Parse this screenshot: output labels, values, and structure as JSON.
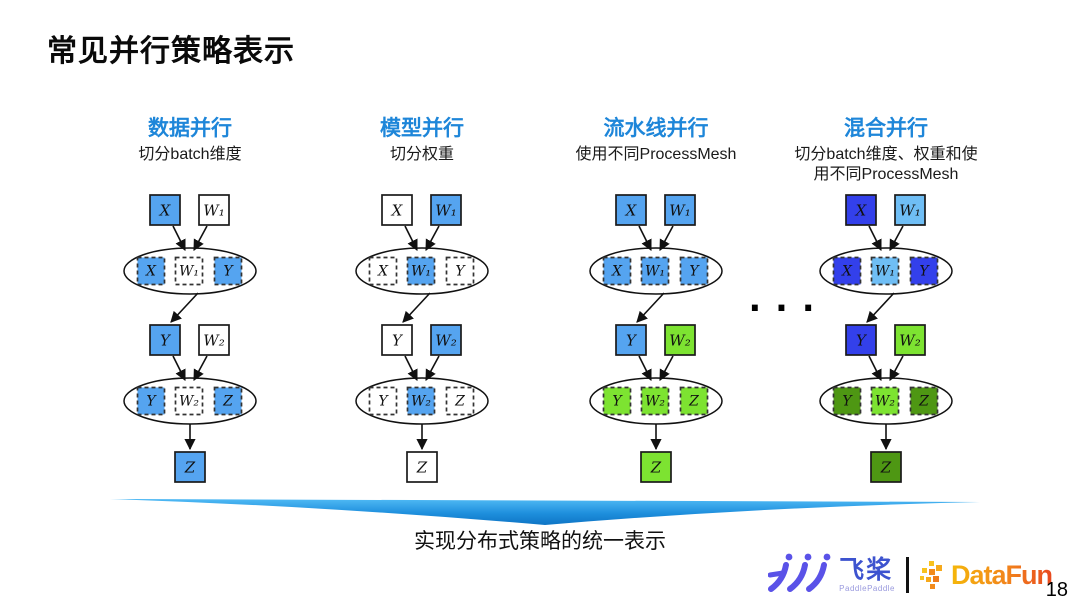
{
  "slide": {
    "title": "常见并行策略表示",
    "caption": "实现分布式策略的统一表示",
    "ellipsis": "...",
    "page_number": "18"
  },
  "colors": {
    "heading_blue": "#1E86D9",
    "swoosh_top": "#4FB9F4",
    "swoosh_bottom": "#0E74C4",
    "palette": {
      "blue": "#55A4F0",
      "white": "#FFFFFF",
      "royal": "#3340EB",
      "sky": "#6FBEF5",
      "green": "#7DE331",
      "darkgreen": "#4E9713"
    }
  },
  "columns": [
    {
      "title": "数据并行",
      "subtitle": "切分batch维度",
      "diagram": {
        "row1": [
          {
            "label": "X",
            "fill": "blue"
          },
          {
            "label": "W₁",
            "fill": "white"
          }
        ],
        "mesh1": [
          {
            "label": "X",
            "fill": "blue"
          },
          {
            "label": "W₁",
            "fill": "white"
          },
          {
            "label": "Y",
            "fill": "blue"
          }
        ],
        "row2": [
          {
            "label": "Y",
            "fill": "blue"
          },
          {
            "label": "W₂",
            "fill": "white"
          }
        ],
        "mesh2": [
          {
            "label": "Y",
            "fill": "blue"
          },
          {
            "label": "W₂",
            "fill": "white"
          },
          {
            "label": "Z",
            "fill": "blue"
          }
        ],
        "out": {
          "label": "Z",
          "fill": "blue"
        }
      }
    },
    {
      "title": "模型并行",
      "subtitle": "切分权重",
      "diagram": {
        "row1": [
          {
            "label": "X",
            "fill": "white"
          },
          {
            "label": "W₁",
            "fill": "blue"
          }
        ],
        "mesh1": [
          {
            "label": "X",
            "fill": "white"
          },
          {
            "label": "W₁",
            "fill": "blue"
          },
          {
            "label": "Y",
            "fill": "white"
          }
        ],
        "row2": [
          {
            "label": "Y",
            "fill": "white"
          },
          {
            "label": "W₂",
            "fill": "blue"
          }
        ],
        "mesh2": [
          {
            "label": "Y",
            "fill": "white"
          },
          {
            "label": "W₂",
            "fill": "blue"
          },
          {
            "label": "Z",
            "fill": "white"
          }
        ],
        "out": {
          "label": "Z",
          "fill": "white"
        }
      }
    },
    {
      "title": "流水线并行",
      "subtitle": "使用不同ProcessMesh",
      "diagram": {
        "row1": [
          {
            "label": "X",
            "fill": "blue"
          },
          {
            "label": "W₁",
            "fill": "blue"
          }
        ],
        "mesh1": [
          {
            "label": "X",
            "fill": "blue"
          },
          {
            "label": "W₁",
            "fill": "blue"
          },
          {
            "label": "Y",
            "fill": "blue"
          }
        ],
        "row2": [
          {
            "label": "Y",
            "fill": "blue"
          },
          {
            "label": "W₂",
            "fill": "green"
          }
        ],
        "mesh2": [
          {
            "label": "Y",
            "fill": "green"
          },
          {
            "label": "W₂",
            "fill": "green"
          },
          {
            "label": "Z",
            "fill": "green"
          }
        ],
        "out": {
          "label": "Z",
          "fill": "green"
        }
      }
    },
    {
      "title": "混合并行",
      "subtitle": "切分batch维度、权重和使\n用不同ProcessMesh",
      "diagram": {
        "row1": [
          {
            "label": "X",
            "fill": "royal"
          },
          {
            "label": "W₁",
            "fill": "sky"
          }
        ],
        "mesh1": [
          {
            "label": "X",
            "fill": "royal"
          },
          {
            "label": "W₁",
            "fill": "sky"
          },
          {
            "label": "Y",
            "fill": "royal"
          }
        ],
        "row2": [
          {
            "label": "Y",
            "fill": "royal"
          },
          {
            "label": "W₂",
            "fill": "green"
          }
        ],
        "mesh2": [
          {
            "label": "Y",
            "fill": "darkgreen"
          },
          {
            "label": "W₂",
            "fill": "green"
          },
          {
            "label": "Z",
            "fill": "darkgreen"
          }
        ],
        "out": {
          "label": "Z",
          "fill": "darkgreen"
        }
      }
    }
  ],
  "footer": {
    "paddle_cn": "飞桨",
    "paddle_en": "PaddlePaddle",
    "datafun": "DataFun"
  }
}
